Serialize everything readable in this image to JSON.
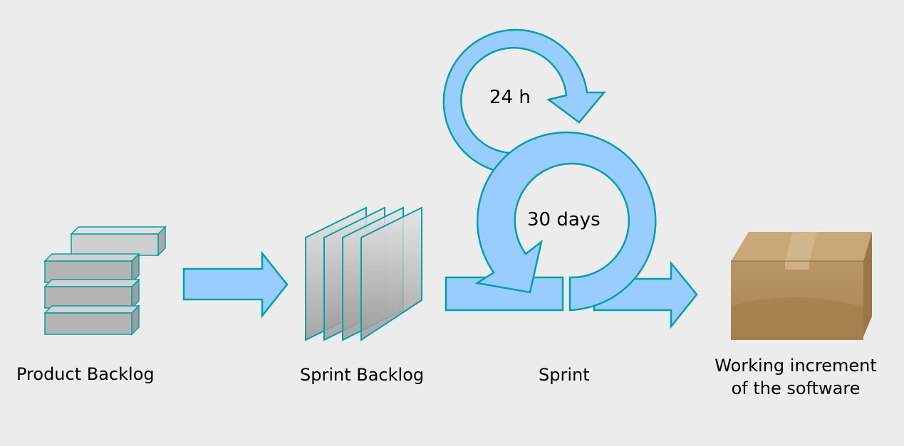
{
  "stages": {
    "product_backlog": "Product Backlog",
    "sprint_backlog": "Sprint Backlog",
    "sprint": "Sprint",
    "increment_line1": "Working increment",
    "increment_line2": "of the software"
  },
  "cycles": {
    "daily": "24 h",
    "sprint": "30 days"
  },
  "colors": {
    "arrow_fill": "#99ccff",
    "arrow_stroke": "#00a0a8",
    "box_fill": "#b89463",
    "block_fill": "#b4b4b4",
    "background": "#ececec"
  }
}
